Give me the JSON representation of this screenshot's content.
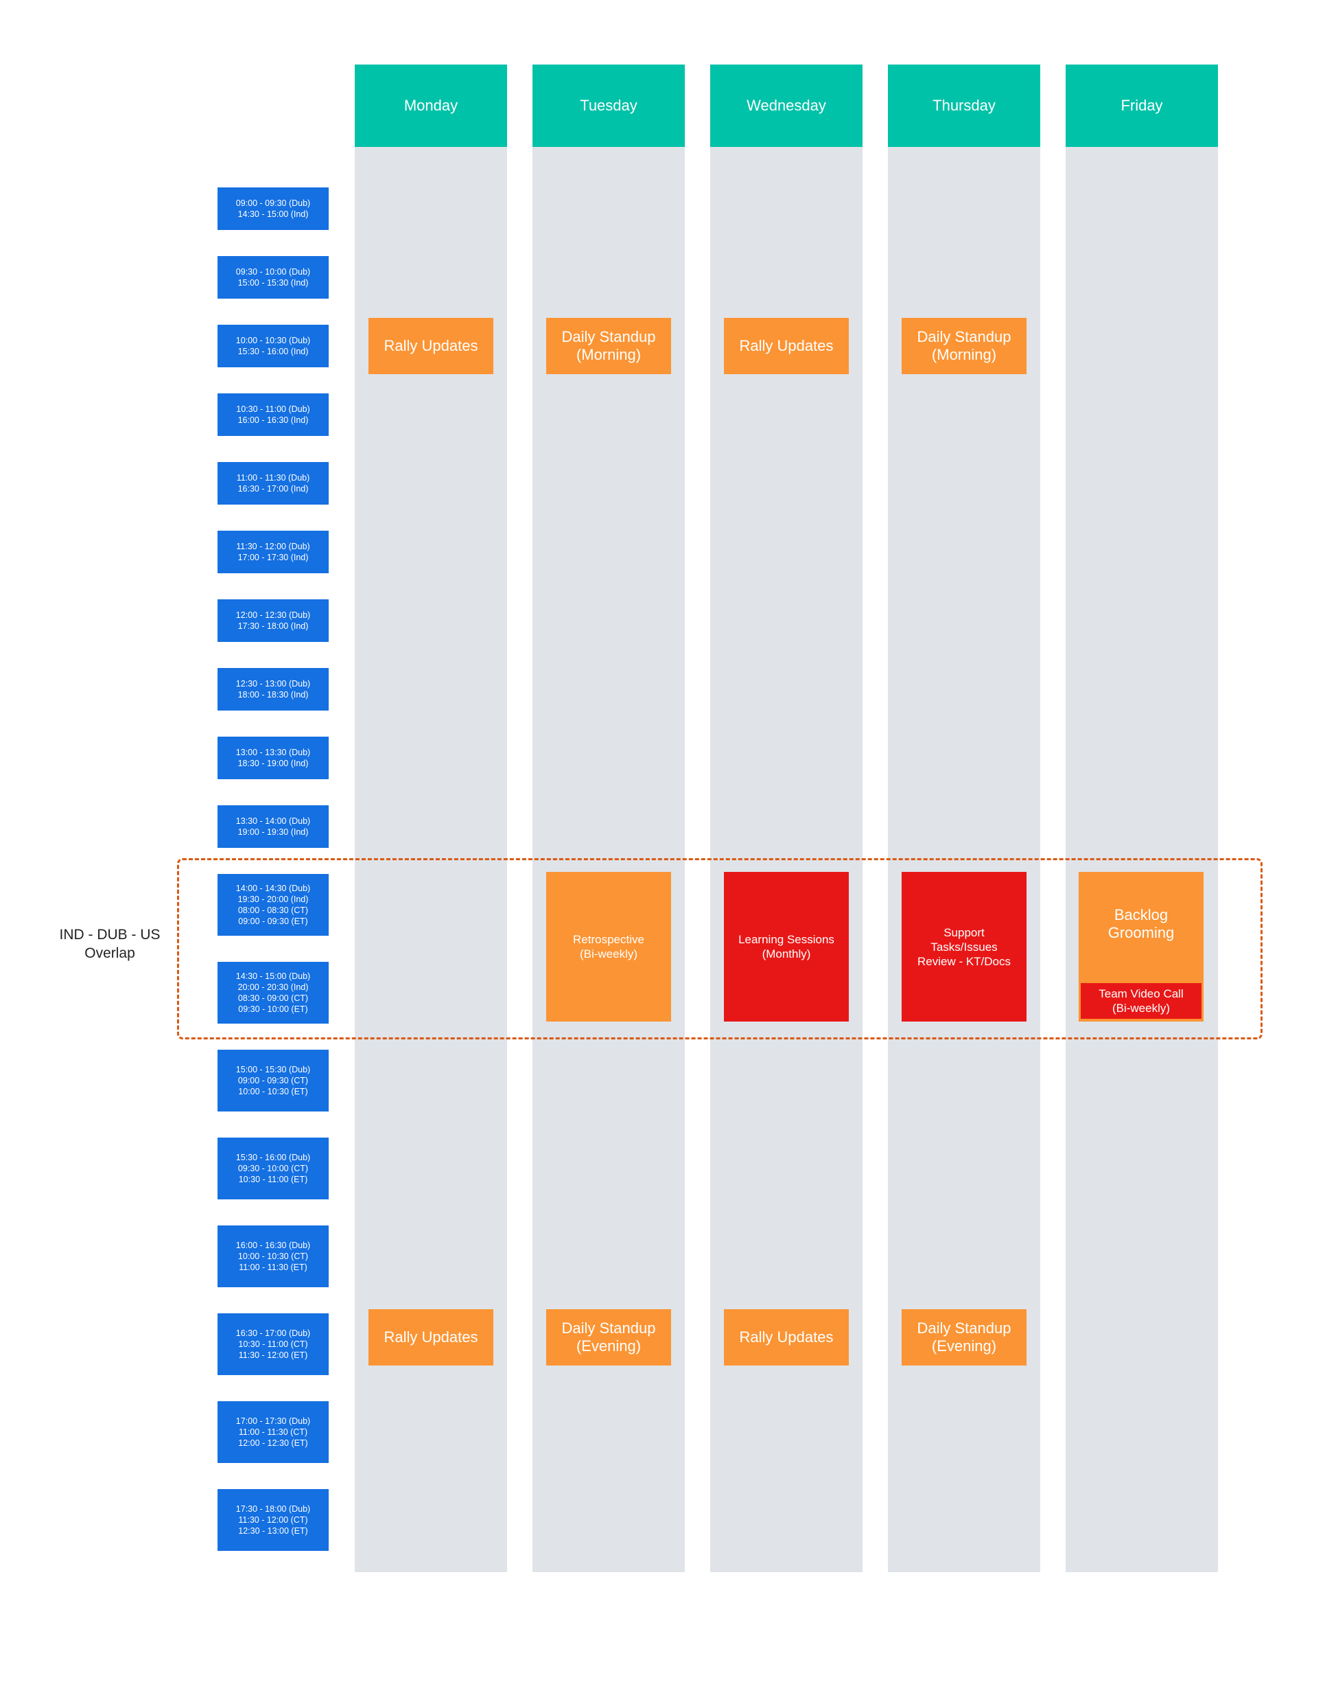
{
  "days": [
    {
      "label": "Monday"
    },
    {
      "label": "Tuesday"
    },
    {
      "label": "Wednesday"
    },
    {
      "label": "Thursday"
    },
    {
      "label": "Friday"
    }
  ],
  "slots": [
    "09:00 - 09:30 (Dub)\n14:30 - 15:00 (Ind)",
    "09:30 - 10:00 (Dub)\n15:00 - 15:30 (Ind)",
    "10:00 - 10:30 (Dub)\n15:30 - 16:00 (Ind)",
    "10:30 - 11:00 (Dub)\n16:00 - 16:30 (Ind)",
    "11:00 - 11:30 (Dub)\n16:30 - 17:00 (Ind)",
    "11:30 - 12:00 (Dub)\n17:00 - 17:30 (Ind)",
    "12:00 - 12:30 (Dub)\n17:30 - 18:00 (Ind)",
    "12:30 - 13:00 (Dub)\n18:00 - 18:30 (Ind)",
    "13:00 - 13:30 (Dub)\n18:30 - 19:00 (Ind)",
    "13:30 - 14:00 (Dub)\n19:00 - 19:30 (Ind)",
    "14:00 - 14:30 (Dub)\n19:30 - 20:00 (Ind)\n08:00 - 08:30 (CT)\n09:00 - 09:30 (ET)",
    "14:30 - 15:00 (Dub)\n20:00 - 20:30 (Ind)\n08:30 - 09:00 (CT)\n09:30 - 10:00 (ET)",
    "15:00 - 15:30 (Dub)\n09:00 - 09:30 (CT)\n10:00 - 10:30 (ET)",
    "15:30 - 16:00 (Dub)\n09:30 - 10:00 (CT)\n10:30 - 11:00 (ET)",
    "16:00 - 16:30 (Dub)\n10:00 - 10:30 (CT)\n11:00 - 11:30 (ET)",
    "16:30 - 17:00 (Dub)\n10:30 - 11:00 (CT)\n11:30 - 12:00 (ET)",
    "17:00 - 17:30 (Dub)\n11:00 - 11:30 (CT)\n12:00 - 12:30 (ET)",
    "17:30 - 18:00 (Dub)\n11:30 - 12:00 (CT)\n12:30 - 13:00 (ET)"
  ],
  "overlap_label": "IND - DUB - US\nOverlap",
  "events": {
    "mon_morning": "Rally Updates",
    "tue_morning": "Daily Standup\n(Morning)",
    "wed_morning": "Rally Updates",
    "thu_morning": "Daily Standup\n(Morning)",
    "tue_overlap": "Retrospective\n(Bi-weekly)",
    "wed_overlap": "Learning Sessions\n(Monthly)",
    "thu_overlap": "Support\nTasks/Issues\nReview  - KT/Docs",
    "fri_overlap_title": "Backlog\nGrooming",
    "fri_overlap_sub": "Team Video Call\n(Bi-weekly)",
    "mon_evening": "Rally Updates",
    "tue_evening": "Daily Standup\n(Evening)",
    "wed_evening": "Rally Updates",
    "thu_evening": "Daily Standup\n(Evening)"
  },
  "colors": {
    "header": "#00c2a8",
    "column": "#e0e3e8",
    "slot": "#1570e1",
    "event_orange": "#fb9434",
    "event_red": "#e81717",
    "overlap_border": "#d95a14"
  }
}
